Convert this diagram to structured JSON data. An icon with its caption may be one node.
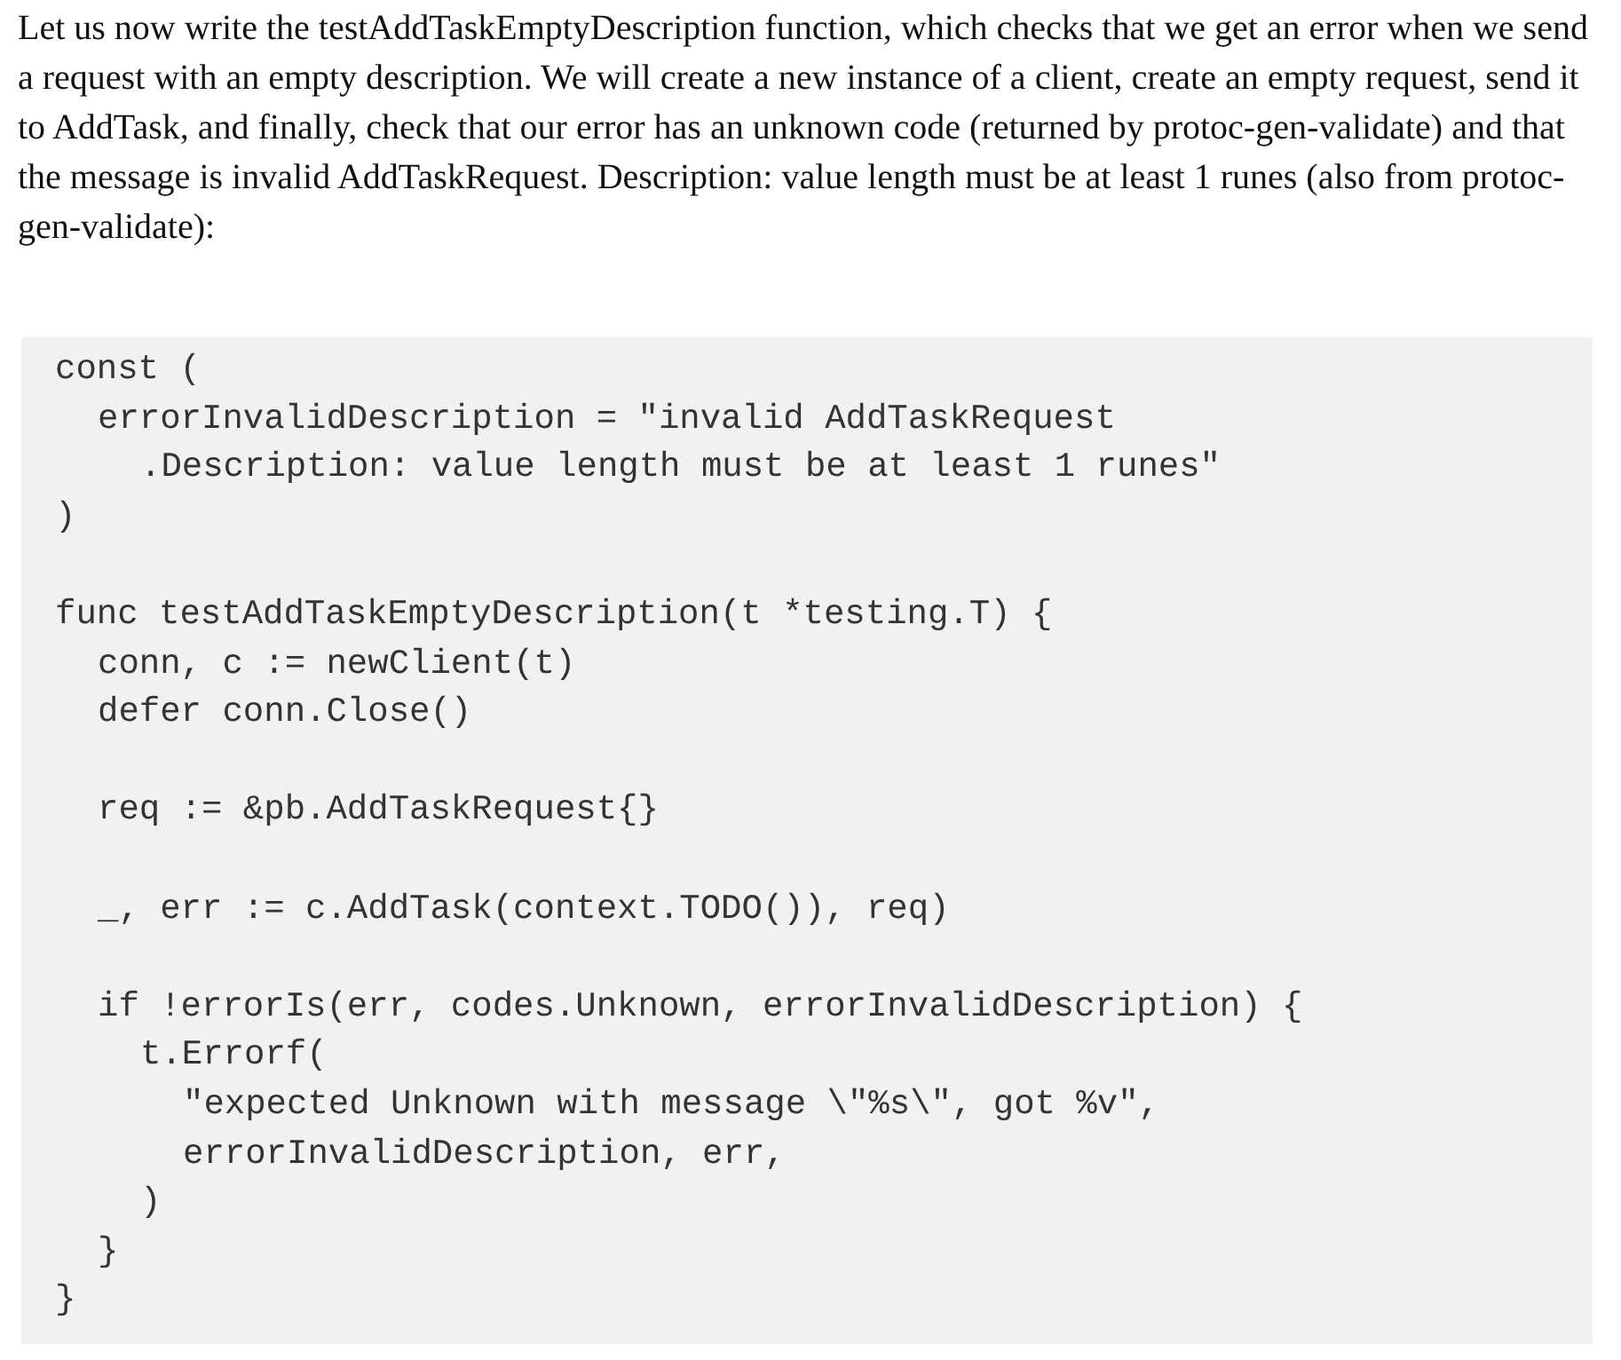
{
  "diagram": {
    "labels": [
      "Let us now write the testAddTaskEmptyDescription function, which checks that we get an error when we send a request with an empty description. We will create a new instance of a client, create an empty request, send it to AddTask, and finally, check that our error has an unknown code (returned by protoc-gen-validate) and that the message is invalid AddTaskRequest. Description: value length must be at least 1 runes (also from protoc-gen-validate):",
      "const (",
      "errorInvalidDescription = \"invalid AddTaskRequest",
      ".Description: value length must be at least 1 runes\"",
      ")",
      "func testAddTaskEmptyDescription(t *testing.T) {",
      "conn, c := newClient(t)",
      "defer conn.Close()",
      "req := &pb.AddTaskRequest{}",
      "_, err := c.AddTask(context.TODO()), req)",
      "if !errorIs(err, codes.Unknown, errorInvalidDescription) {",
      "t.Errorf(",
      "\"expected Unknown with message \\\"%s\\\", got %v\",",
      "errorInvalidDescription, err,",
      ")",
      "}",
      "}"
    ]
  }
}
